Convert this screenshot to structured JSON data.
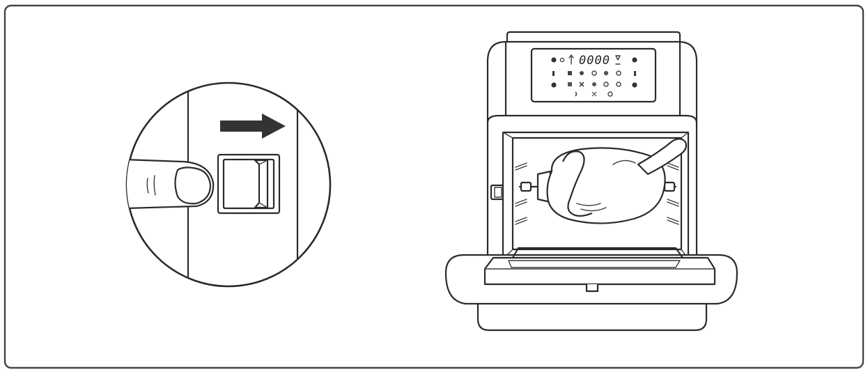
{
  "figure": {
    "panels": [
      {
        "id": "door-release-detail",
        "icon": "door-release-slider-icon"
      },
      {
        "id": "air-fryer-oven",
        "icon": "air-fryer-oven-icon"
      }
    ],
    "display_readout": "0000",
    "arrow_direction": "right"
  }
}
